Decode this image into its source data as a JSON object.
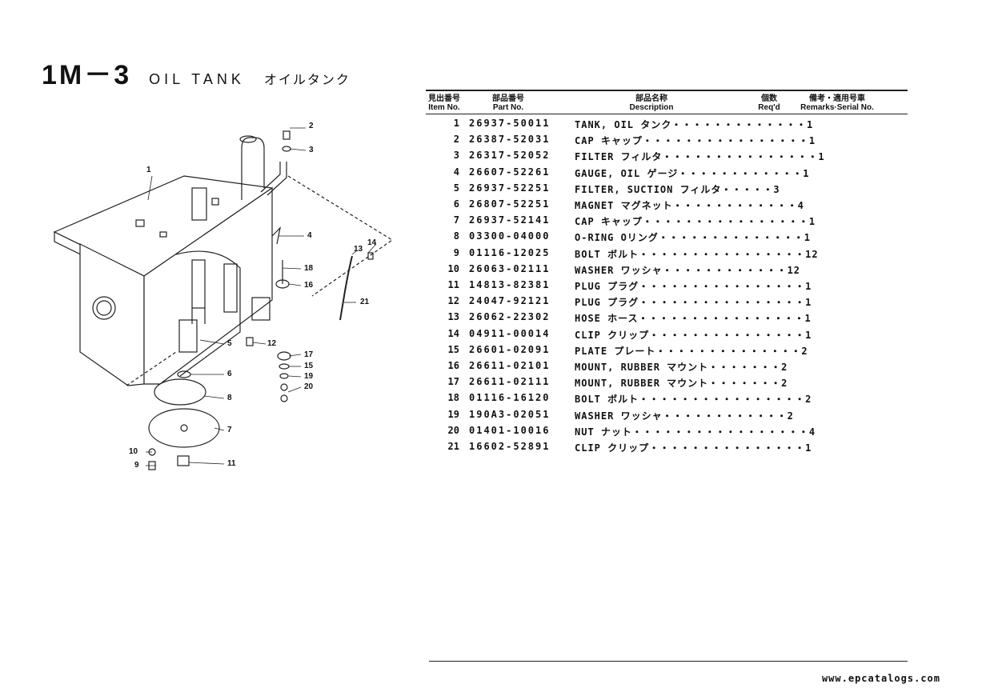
{
  "page": {
    "section_code": "1M－3",
    "section_title_en": "OIL TANK",
    "section_title_jp": "オイルタンク"
  },
  "table": {
    "headers": {
      "item_jp": "見出番号",
      "item_en": "Item No.",
      "part_jp": "部品番号",
      "part_en": "Part No.",
      "desc_jp": "部品名称",
      "desc_en": "Description",
      "qty_jp": "個数",
      "qty_en": "Req'd",
      "remarks_jp": "備考・適用号車",
      "remarks_en": "Remarks·Serial No."
    },
    "rows": [
      {
        "item": "1",
        "part": "26937-50011",
        "desc": "TANK, OIL タンク・・・・・・・・・・・・・1"
      },
      {
        "item": "2",
        "part": "26387-52031",
        "desc": "CAP キャップ・・・・・・・・・・・・・・・・1"
      },
      {
        "item": "3",
        "part": "26317-52052",
        "desc": "FILTER フィルタ・・・・・・・・・・・・・・・1"
      },
      {
        "item": "4",
        "part": "26607-52261",
        "desc": "GAUGE, OIL ゲージ・・・・・・・・・・・・1"
      },
      {
        "item": "5",
        "part": "26937-52251",
        "desc": "FILTER, SUCTION フィルタ・・・・・3"
      },
      {
        "item": "6",
        "part": "26807-52251",
        "desc": "MAGNET マグネット・・・・・・・・・・・・4"
      },
      {
        "item": "7",
        "part": "26937-52141",
        "desc": "CAP キャップ・・・・・・・・・・・・・・・・1"
      },
      {
        "item": "8",
        "part": "03300-04000",
        "desc": "O-RING Oリング・・・・・・・・・・・・・・1"
      },
      {
        "item": "9",
        "part": "01116-12025",
        "desc": "BOLT ボルト・・・・・・・・・・・・・・・・12"
      },
      {
        "item": "10",
        "part": "26063-02111",
        "desc": "WASHER ワッシャ・・・・・・・・・・・・12"
      },
      {
        "item": "11",
        "part": "14813-82381",
        "desc": "PLUG プラグ・・・・・・・・・・・・・・・・1"
      },
      {
        "item": "12",
        "part": "24047-92121",
        "desc": "PLUG プラグ・・・・・・・・・・・・・・・・1"
      },
      {
        "item": "13",
        "part": "26062-22302",
        "desc": "HOSE ホース・・・・・・・・・・・・・・・・1"
      },
      {
        "item": "14",
        "part": "04911-00014",
        "desc": "CLIP クリップ・・・・・・・・・・・・・・・1"
      },
      {
        "item": "15",
        "part": "26601-02091",
        "desc": "PLATE プレート・・・・・・・・・・・・・・2"
      },
      {
        "item": "16",
        "part": "26611-02101",
        "desc": "MOUNT, RUBBER マウント・・・・・・・2"
      },
      {
        "item": "17",
        "part": "26611-02111",
        "desc": "MOUNT, RUBBER マウント・・・・・・・2"
      },
      {
        "item": "18",
        "part": "01116-16120",
        "desc": "BOLT ボルト・・・・・・・・・・・・・・・・2"
      },
      {
        "item": "19",
        "part": "190A3-02051",
        "desc": "WASHER ワッシャ・・・・・・・・・・・・2"
      },
      {
        "item": "20",
        "part": "01401-10016",
        "desc": "NUT ナット・・・・・・・・・・・・・・・・・4"
      },
      {
        "item": "21",
        "part": "16602-52891",
        "desc": "CLIP クリップ・・・・・・・・・・・・・・・1"
      }
    ]
  },
  "diagram": {
    "callouts": [
      "1",
      "2",
      "3",
      "4",
      "5",
      "6",
      "7",
      "8",
      "9",
      "10",
      "11",
      "12",
      "13",
      "14",
      "15",
      "16",
      "17",
      "18",
      "19",
      "20",
      "21"
    ]
  },
  "footer": {
    "url": "www.epcatalogs.com"
  }
}
